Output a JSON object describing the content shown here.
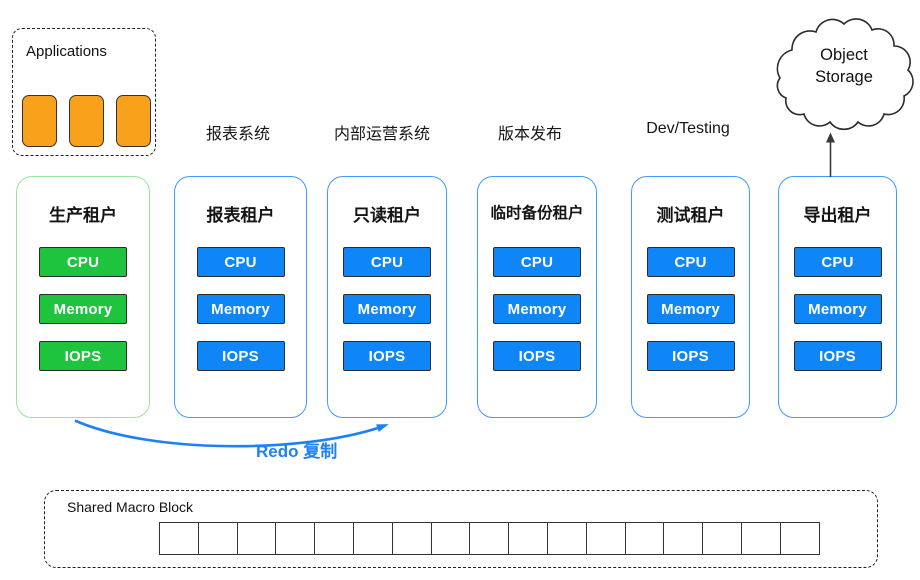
{
  "applications": {
    "label": "Applications",
    "app_count": 3
  },
  "cloud": {
    "label": "Object Storage"
  },
  "headers": [
    {
      "label": "报表系统"
    },
    {
      "label": "内部运营系统"
    },
    {
      "label": "版本发布"
    },
    {
      "label": "Dev/Testing"
    }
  ],
  "tenants": [
    {
      "title": "生产租户",
      "accent": "green",
      "badges": [
        "CPU",
        "Memory",
        "IOPS"
      ]
    },
    {
      "title": "报表租户",
      "accent": "blue",
      "badges": [
        "CPU",
        "Memory",
        "IOPS"
      ]
    },
    {
      "title": "只读租户",
      "accent": "blue",
      "badges": [
        "CPU",
        "Memory",
        "IOPS"
      ]
    },
    {
      "title": "临时备份租户",
      "accent": "blue",
      "badges": [
        "CPU",
        "Memory",
        "IOPS"
      ]
    },
    {
      "title": "测试租户",
      "accent": "blue",
      "badges": [
        "CPU",
        "Memory",
        "IOPS"
      ]
    },
    {
      "title": "导出租户",
      "accent": "blue",
      "badges": [
        "CPU",
        "Memory",
        "IOPS"
      ]
    }
  ],
  "redo_arrow": {
    "label": "Redo 复制"
  },
  "macro_block": {
    "label": "Shared Macro Block",
    "cell_count": 17
  },
  "colors": {
    "orange": "#F9A11B",
    "green_border": "#97E6A0",
    "green_badge": "#1FC43E",
    "blue_border": "#3E9BFF",
    "blue_badge": "#0E86F7",
    "arrow_blue": "#1E80F5"
  }
}
